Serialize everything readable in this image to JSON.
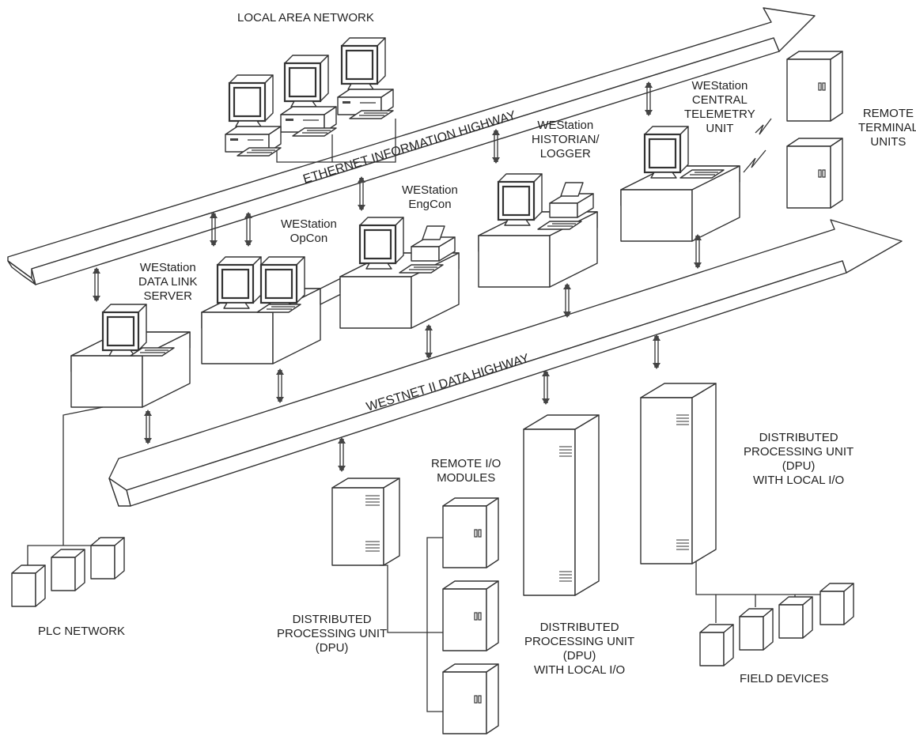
{
  "labels": {
    "local_area_network": "LOCAL AREA NETWORK",
    "ethernet_highway": "ETHERNET INFORMATION HIGHWAY",
    "westnet_highway": "WESTNET II DATA HIGHWAY",
    "data_link_server": [
      "WEStation",
      "DATA LINK",
      "SERVER"
    ],
    "opcon": [
      "WEStation",
      "OpCon"
    ],
    "engcon": [
      "WEStation",
      "EngCon"
    ],
    "historian": [
      "WEStation",
      "HISTORIAN/",
      "LOGGER"
    ],
    "central_telemetry": [
      "WEStation",
      "CENTRAL",
      "TELEMETRY",
      "UNIT"
    ],
    "remote_terminal": [
      "REMOTE",
      "TERMINAL",
      "UNITS"
    ],
    "remote_io": [
      "REMOTE I/O",
      "MODULES"
    ],
    "dpu": [
      "DISTRIBUTED",
      "PROCESSING UNIT",
      "(DPU)"
    ],
    "dpu_local_io_center": [
      "DISTRIBUTED",
      "PROCESSING UNIT",
      "(DPU)",
      "WITH LOCAL I/O"
    ],
    "dpu_local_io_right": [
      "DISTRIBUTED",
      "PROCESSING UNIT",
      "(DPU)",
      "WITH LOCAL I/O"
    ],
    "plc_network": "PLC NETWORK",
    "field_devices": "FIELD DEVICES"
  },
  "colors": {
    "line": "#333333",
    "background": "#ffffff",
    "text": "#222222"
  }
}
